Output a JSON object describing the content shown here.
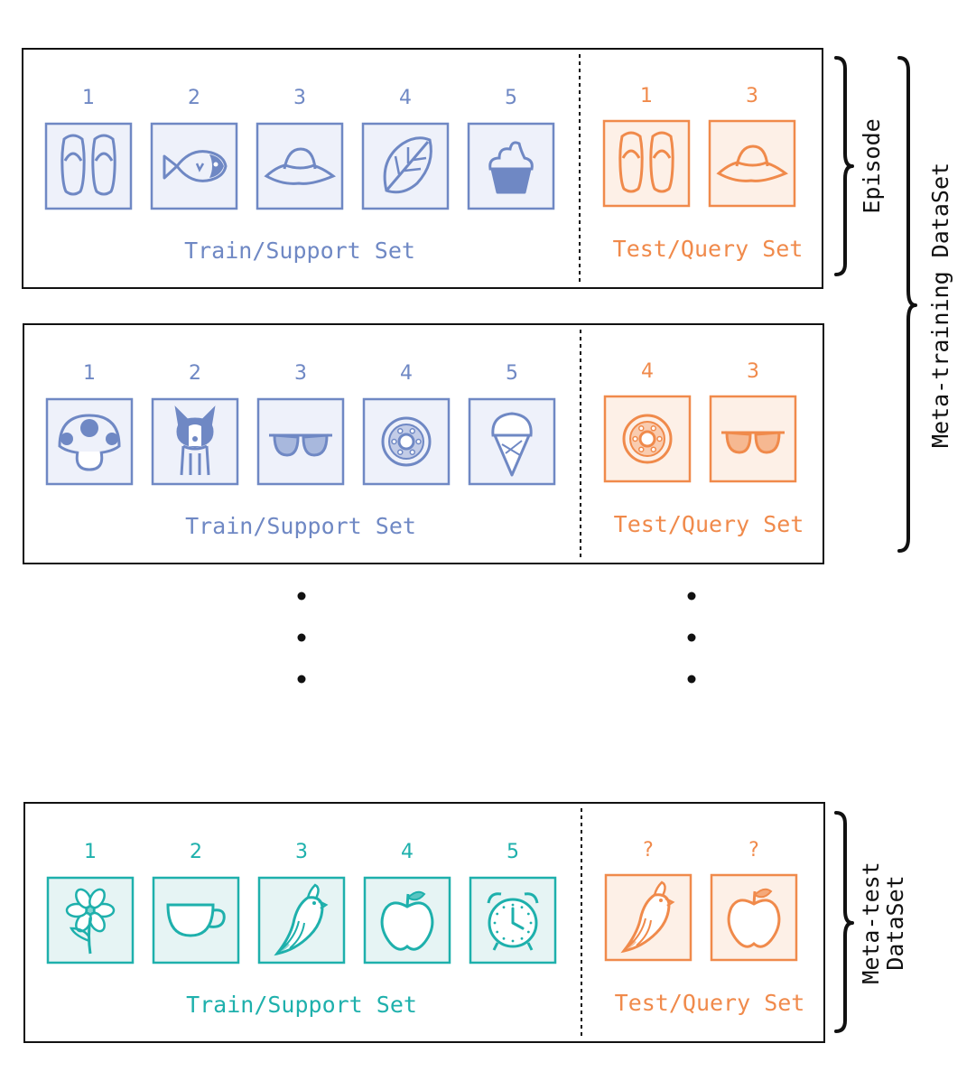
{
  "colors": {
    "blue": "#6f88c4",
    "blue_fill": "#eef1fa",
    "orange": "#f08a4b",
    "orange_fill": "#fdf0e7",
    "teal": "#1eb0ac",
    "teal_fill": "#e6f4f4",
    "frame": "#111111"
  },
  "episodes": [
    {
      "theme": "blue",
      "support_label": "Train/Support Set",
      "query_label": "Test/Query Set",
      "support": [
        {
          "label": "1",
          "icon": "flip-flops-icon"
        },
        {
          "label": "2",
          "icon": "fish-icon"
        },
        {
          "label": "3",
          "icon": "sun-hat-icon"
        },
        {
          "label": "4",
          "icon": "leaf-icon"
        },
        {
          "label": "5",
          "icon": "cupcake-icon"
        }
      ],
      "query": [
        {
          "label": "1",
          "icon": "flip-flops-icon"
        },
        {
          "label": "3",
          "icon": "sun-hat-icon"
        }
      ]
    },
    {
      "theme": "blue",
      "support_label": "Train/Support Set",
      "query_label": "Test/Query Set",
      "support": [
        {
          "label": "1",
          "icon": "mushroom-icon"
        },
        {
          "label": "2",
          "icon": "dog-icon"
        },
        {
          "label": "3",
          "icon": "sunglasses-icon"
        },
        {
          "label": "4",
          "icon": "donut-icon"
        },
        {
          "label": "5",
          "icon": "ice-cream-icon"
        }
      ],
      "query": [
        {
          "label": "4",
          "icon": "donut-icon"
        },
        {
          "label": "3",
          "icon": "sunglasses-icon"
        }
      ]
    },
    {
      "theme": "teal",
      "support_label": "Train/Support Set",
      "query_label": "Test/Query Set",
      "support": [
        {
          "label": "1",
          "icon": "flower-icon"
        },
        {
          "label": "2",
          "icon": "teacup-icon"
        },
        {
          "label": "3",
          "icon": "parrot-icon"
        },
        {
          "label": "4",
          "icon": "apple-icon"
        },
        {
          "label": "5",
          "icon": "alarm-clock-icon"
        }
      ],
      "query": [
        {
          "label": "?",
          "icon": "parrot-icon"
        },
        {
          "label": "?",
          "icon": "apple-icon"
        }
      ]
    }
  ],
  "side_labels": {
    "episode": "Episode",
    "meta_training": "Meta-training DataSet",
    "meta_test_line1": "Meta-test",
    "meta_test_line2": "DataSet"
  }
}
